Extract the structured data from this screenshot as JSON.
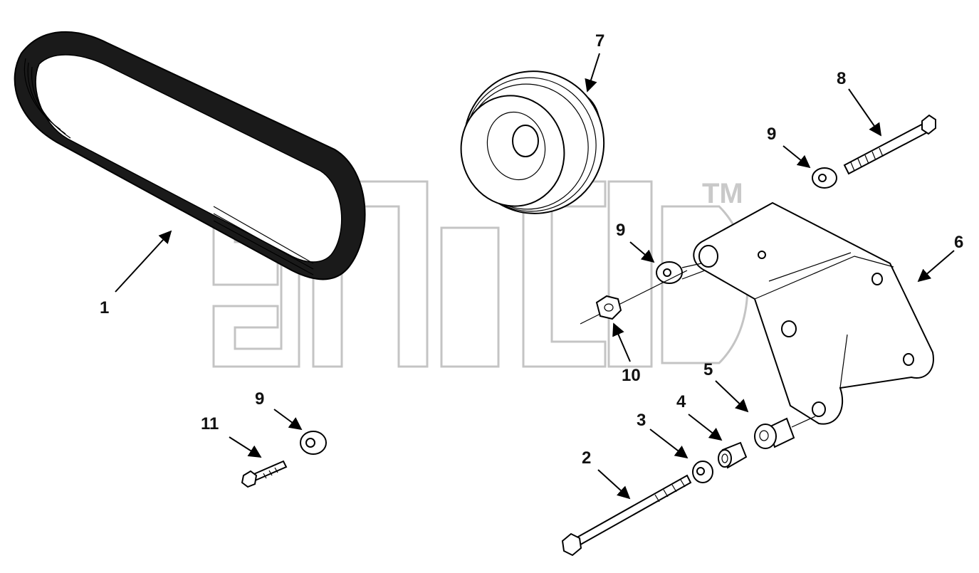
{
  "watermark": {
    "tm": "TM"
  },
  "callouts": {
    "c1": "1",
    "c2": "2",
    "c3": "3",
    "c4": "4",
    "c5": "5",
    "c6": "6",
    "c7": "7",
    "c8": "8",
    "c9a": "9",
    "c9b": "9",
    "c9c": "9",
    "c10": "10",
    "c11": "11"
  }
}
